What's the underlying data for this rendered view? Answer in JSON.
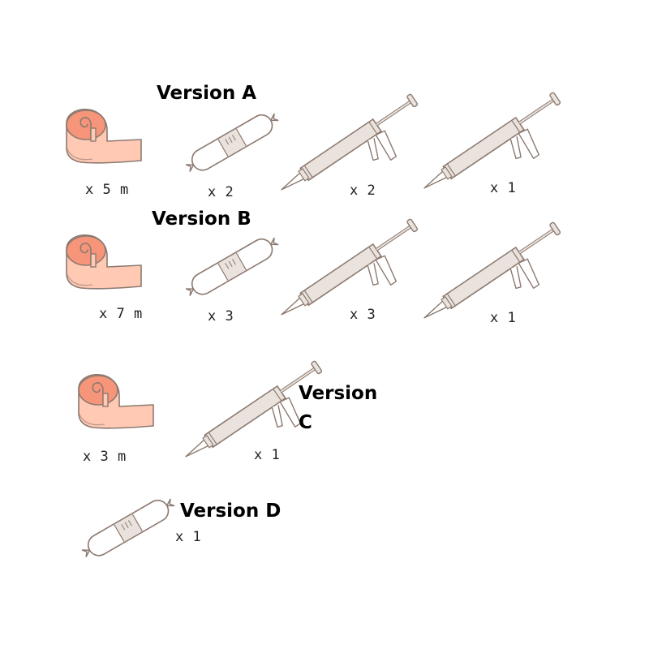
{
  "colors": {
    "outline": "#8c7a70",
    "tape_light": "#ffc9b4",
    "tape_dark": "#f7957a",
    "tube_fill": "#ffffff",
    "gun_fill": "#e9e2dd"
  },
  "versions": [
    {
      "label": "Version A",
      "items": [
        {
          "icon": "tape-roll-icon",
          "qty": "x 5 m"
        },
        {
          "icon": "sealant-tube-icon",
          "qty": "x 2"
        },
        {
          "icon": "caulking-gun-icon",
          "qty": "x 2"
        },
        {
          "icon": "caulking-gun-icon",
          "qty": "x 1"
        }
      ]
    },
    {
      "label": "Version B",
      "items": [
        {
          "icon": "tape-roll-icon",
          "qty": "x 7 m"
        },
        {
          "icon": "sealant-tube-icon",
          "qty": "x 3"
        },
        {
          "icon": "caulking-gun-icon",
          "qty": "x 3"
        },
        {
          "icon": "caulking-gun-icon",
          "qty": "x 1"
        }
      ]
    },
    {
      "label_lines": [
        "Version",
        "C"
      ],
      "items": [
        {
          "icon": "tape-roll-icon",
          "qty": "x 3 m"
        },
        {
          "icon": "caulking-gun-icon",
          "qty": "x 1"
        }
      ]
    },
    {
      "label": "Version D",
      "items": [
        {
          "icon": "sealant-tube-icon",
          "qty": "x 1"
        }
      ]
    }
  ]
}
